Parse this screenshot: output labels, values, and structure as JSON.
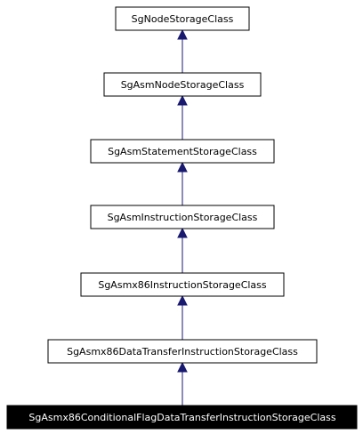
{
  "diagram": {
    "nodes": [
      {
        "label": "SgNodeStorageClass",
        "highlighted": false
      },
      {
        "label": "SgAsmNodeStorageClass",
        "highlighted": false
      },
      {
        "label": "SgAsmStatementStorageClass",
        "highlighted": false
      },
      {
        "label": "SgAsmInstructionStorageClass",
        "highlighted": false
      },
      {
        "label": "SgAsmx86InstructionStorageClass",
        "highlighted": false
      },
      {
        "label": "SgAsmx86DataTransferInstructionStorageClass",
        "highlighted": false
      },
      {
        "label": "SgAsmx86ConditionalFlagDataTransferInstructionStorageClass",
        "highlighted": true
      }
    ],
    "edges": [
      {
        "from": 1,
        "to": 0
      },
      {
        "from": 2,
        "to": 1
      },
      {
        "from": 3,
        "to": 2
      },
      {
        "from": 4,
        "to": 3
      },
      {
        "from": 5,
        "to": 4
      },
      {
        "from": 6,
        "to": 5
      }
    ],
    "colors": {
      "edge": "#191970",
      "node_border": "#000000",
      "node_fill": "#ffffff",
      "highlight_fill": "#000000",
      "highlight_text": "#ffffff"
    }
  }
}
